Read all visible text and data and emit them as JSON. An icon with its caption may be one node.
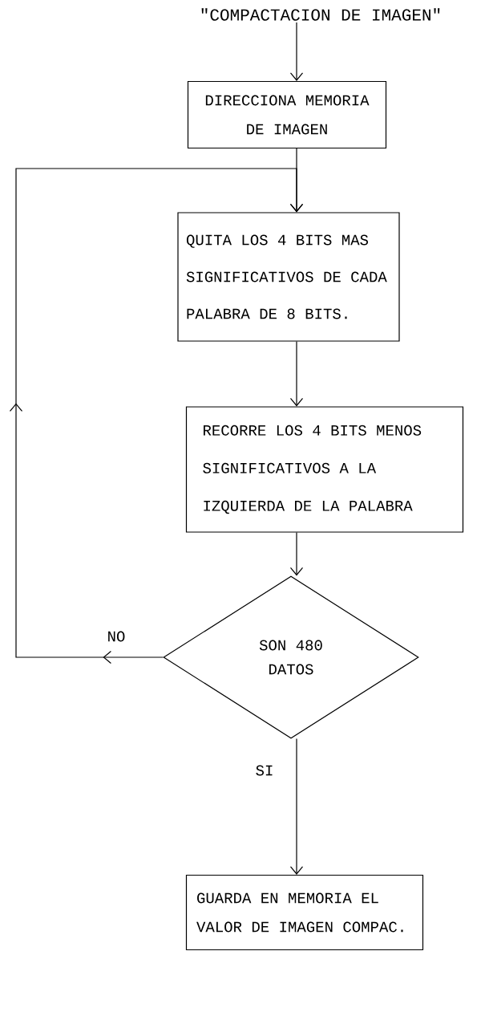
{
  "diagram": {
    "nodes": [
      {
        "text": [
          "\"COMPACTACION DE IMAGEN\""
        ]
      },
      {
        "text": [
          "DIRECCIONA MEMORIA DE IMAGEN"
        ]
      },
      {
        "text": [
          "QUITA LOS 4 BITS MAS SIGNIFICATIVOS DE CADA PALABRA DE 8 BITS."
        ]
      },
      {
        "text": [
          "RECORRE LOS 4 BITS MENOS SIGNIFICATIVOS A LA IZQUIERDA DE LA PALABRA"
        ]
      },
      {
        "text": [
          "SON 480 DATOS"
        ]
      },
      {
        "text": [
          "GUARDA EN MEMORIA EL VALOR DE IMAGEN COMPAC."
        ]
      }
    ],
    "edges": [
      {
        "from": 0,
        "to": 1,
        "arrow": "to"
      },
      {
        "from": 1,
        "to": 2,
        "arrow": "to"
      },
      {
        "from": 2,
        "to": 3,
        "arrow": "to"
      },
      {
        "from": 3,
        "to": 4,
        "arrow": "to"
      },
      {
        "from": 4,
        "to": 5,
        "arrow": "to",
        "label": "SI"
      },
      {
        "from": 4,
        "to": 2,
        "arrow": "to",
        "label": "NO"
      }
    ]
  }
}
